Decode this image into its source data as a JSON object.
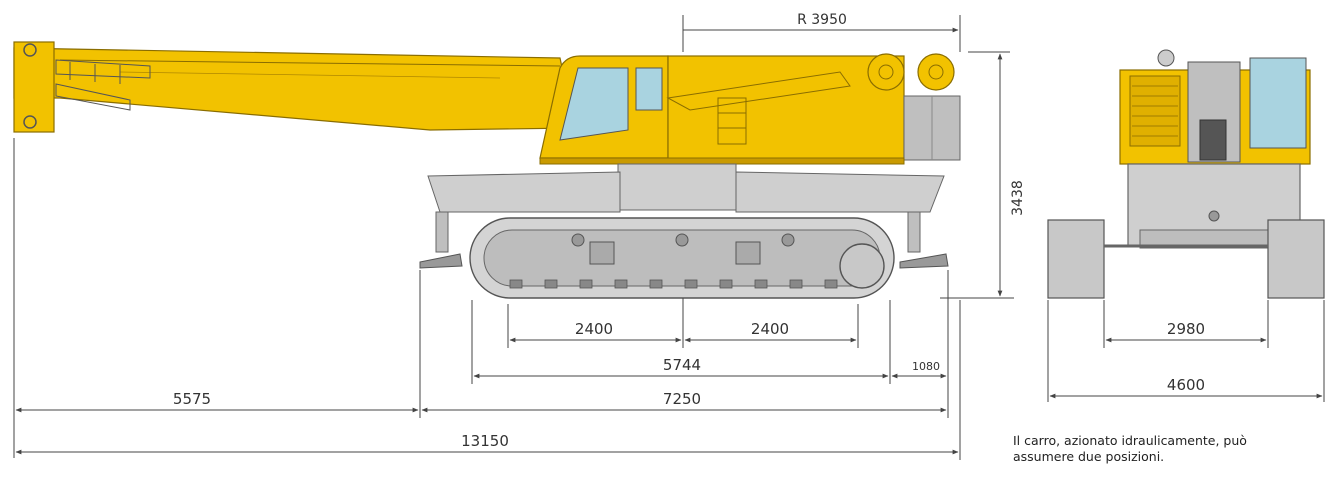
{
  "colors": {
    "yellow": "#f2c200",
    "yellow_dark": "#c99a00",
    "grey": "#bfbfbf",
    "grey_dark": "#7a7a7a",
    "glass": "#a9d3e0",
    "dim_line": "#444444"
  },
  "dimensions": {
    "r3950": "R 3950",
    "h3438": "3438",
    "w2400a": "2400",
    "w2400b": "2400",
    "w5744": "5744",
    "w1080": "1080",
    "w5575": "5575",
    "w7250": "7250",
    "w13150": "13150",
    "w2980": "2980",
    "w4600": "4600"
  },
  "caption": {
    "line1": "Il carro, azionato idraulicamente, può",
    "line2": "assumere due posizioni."
  }
}
